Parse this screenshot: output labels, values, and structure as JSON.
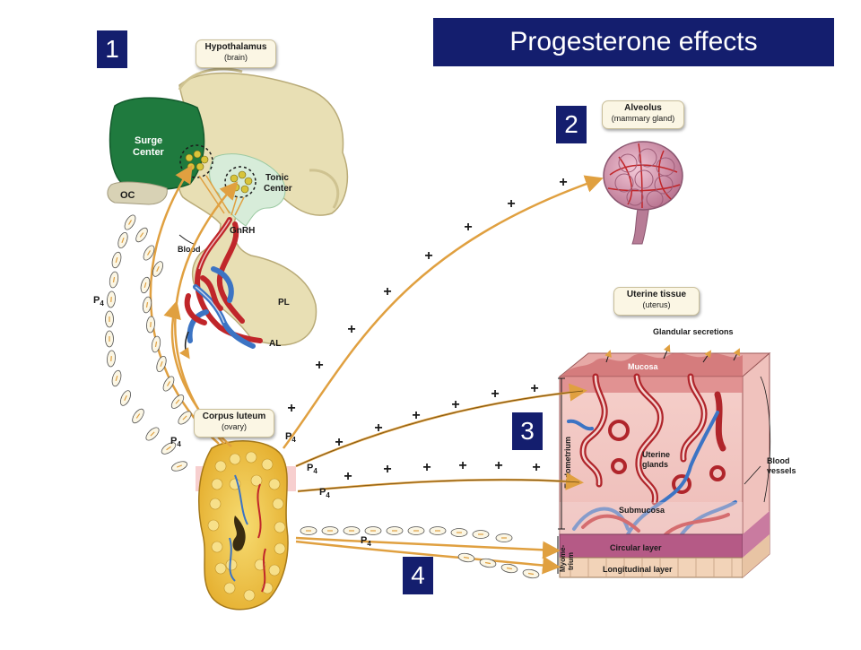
{
  "title": "Progesterone effects",
  "numbers": [
    "1",
    "2",
    "3",
    "4"
  ],
  "tags": {
    "hypothalamus": {
      "title": "Hypothalamus",
      "sub": "(brain)"
    },
    "alveolus": {
      "title": "Alveolus",
      "sub": "(mammary gland)"
    },
    "uterine": {
      "title": "Uterine tissue",
      "sub": "(uterus)"
    },
    "corpus": {
      "title": "Corpus luteum",
      "sub": "(ovary)"
    }
  },
  "labels": {
    "surge": [
      "Surge",
      "Center"
    ],
    "tonic": [
      "Tonic",
      "Center"
    ],
    "oc": "OC",
    "gnrh": "GnRH",
    "blood": "Blood",
    "pl": "PL",
    "al": "AL",
    "p4": "P",
    "p4_sub": "4",
    "plus": "+",
    "glandular": "Glandular secretions",
    "mucosa": "Mucosa",
    "endometrium": "Endometrium",
    "uterine_glands": [
      "Uterine",
      "glands"
    ],
    "submucosa": "Submucosa",
    "blood_vessels": [
      "Blood",
      "vessels"
    ],
    "myometrium": [
      "Myome-",
      "trium"
    ],
    "circular": "Circular layer",
    "longitudinal": "Longitudinal layer"
  },
  "colors": {
    "title_bg": "#141e6e",
    "arrow": "#e0a040",
    "hypothalamus": "#e8dfb4",
    "surge_center": "#1f7a3e",
    "tonic_area": "#d7ecd9",
    "tissue_pink": "#f2c6c2",
    "vessel_red": "#c0262a",
    "vessel_blue": "#3c74c4",
    "corpus_yellow": "#f2cd4a"
  }
}
